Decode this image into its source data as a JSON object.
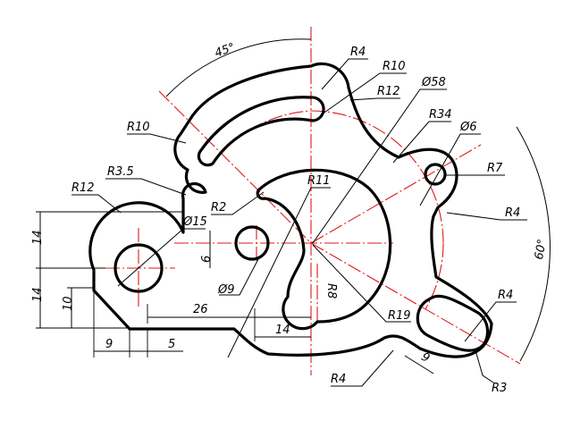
{
  "dimensions": {
    "angle_45": "45°",
    "angle_60": "60°",
    "r4_slot_top": "R4",
    "r10_slot": "R10",
    "r12_slot": "R12",
    "dia58": "Ø58",
    "r34": "R34",
    "dia6": "Ø6",
    "r10_left": "R10",
    "r7": "R7",
    "r3_5": "R3.5",
    "r12_left": "R12",
    "r2": "R2",
    "r11": "R11",
    "dia15": "Ø15",
    "r4_right": "R4",
    "h14_top": "14",
    "v6": "6",
    "h14_bottom": "14",
    "h10": "10",
    "dia9": "Ø9",
    "r8": "R8",
    "d26": "26",
    "r19": "R19",
    "r4_slot_bottom": "R4",
    "d14_bottom": "14",
    "d9": "9",
    "d5": "5",
    "d9_slot": "9",
    "r4_bottom": "R4",
    "r3": "R3"
  },
  "colors": {
    "object_line": "#000000",
    "center_line": "#e11919"
  }
}
